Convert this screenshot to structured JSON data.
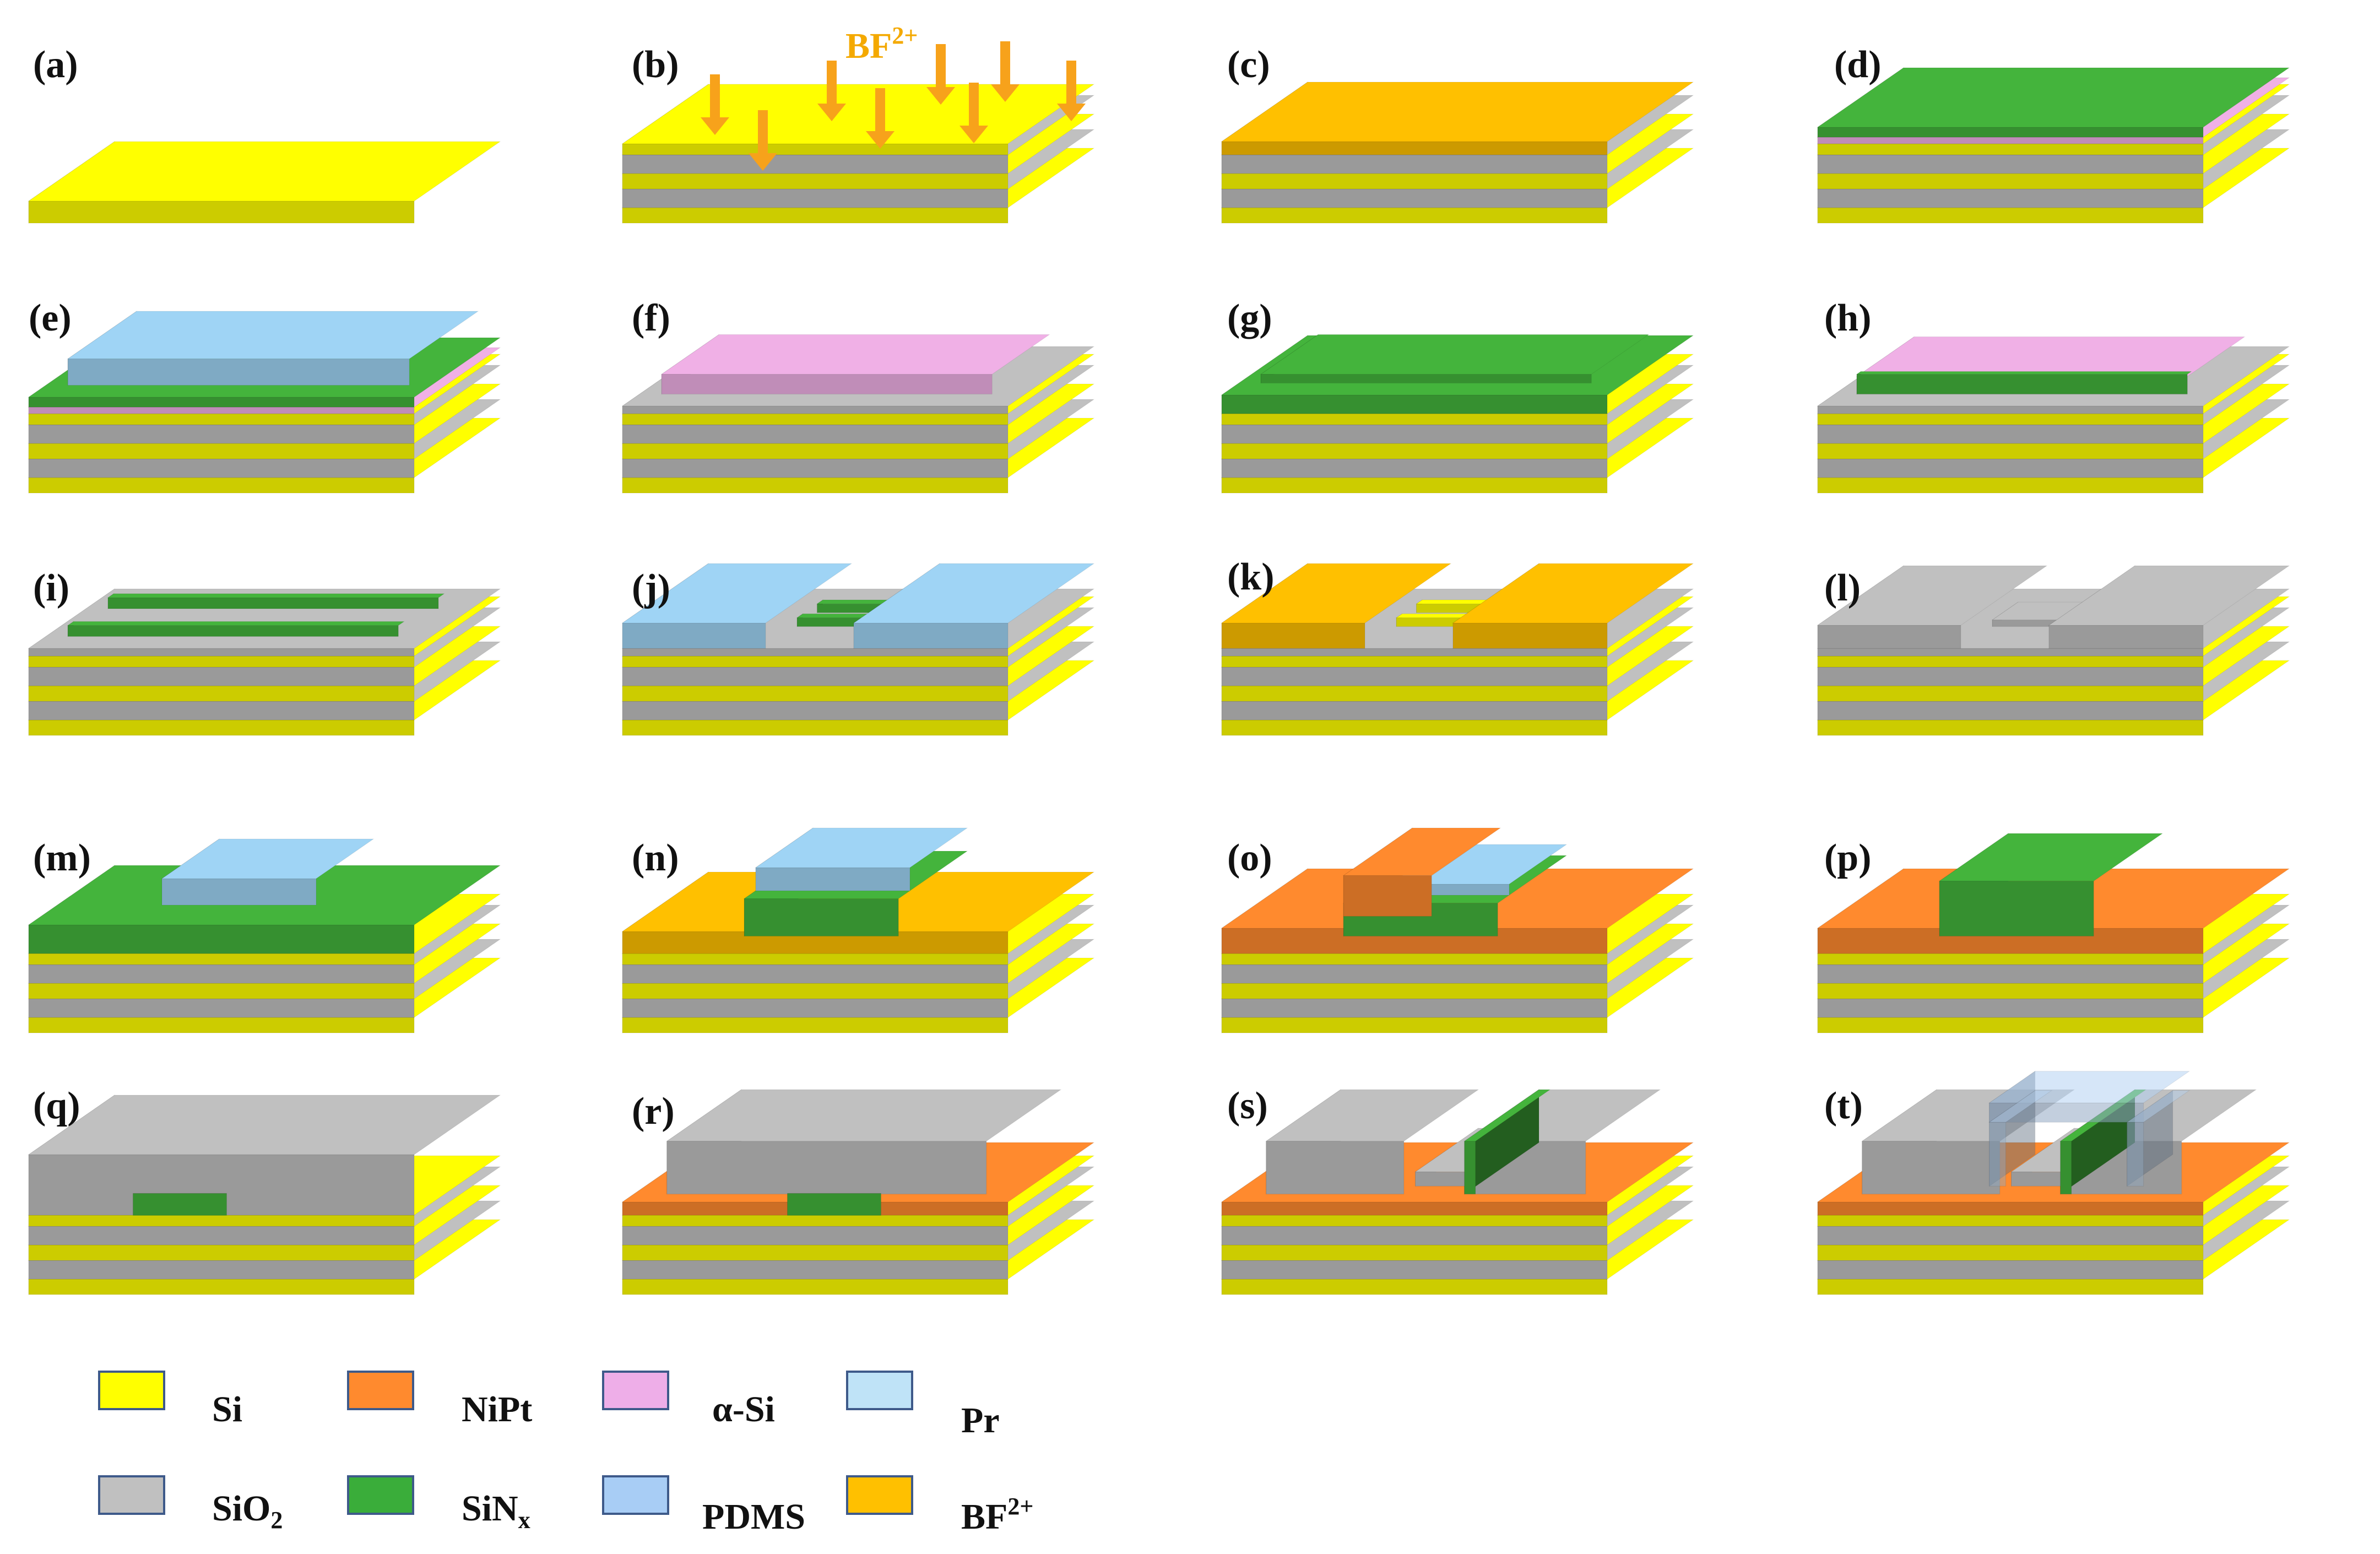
{
  "figure": {
    "panel_labels": [
      "(a)",
      "(b)",
      "(c)",
      "(d)",
      "(e)",
      "(f)",
      "(g)",
      "(h)",
      "(i)",
      "(j)",
      "(k)",
      "(l)",
      "(m)",
      "(n)",
      "(o)",
      "(p)",
      "(q)",
      "(r)",
      "(s)",
      "(t)"
    ],
    "implant_annotation": {
      "base": "BF",
      "sup": "2+"
    }
  },
  "legend": {
    "items": [
      {
        "key": "si",
        "label": "Si",
        "sub": "",
        "sup": "",
        "color": "#ffff00",
        "border": "#3e5a8a"
      },
      {
        "key": "nipt",
        "label": "NiPt",
        "sub": "",
        "sup": "",
        "color": "#ff8a2e",
        "border": "#3e5a8a"
      },
      {
        "key": "asi",
        "label": "α-Si",
        "sub": "",
        "sup": "",
        "color": "#eeaee8",
        "border": "#3e5a8a"
      },
      {
        "key": "pr",
        "label": "Pr",
        "sub": "",
        "sup": "",
        "color": "#bfe3f7",
        "border": "#3e5a8a"
      },
      {
        "key": "sio2",
        "label": "SiO",
        "sub": "2",
        "sup": "",
        "color": "#c0c0c0",
        "border": "#3e5a8a"
      },
      {
        "key": "sinx",
        "label": "SiN",
        "sub": "x",
        "sup": "",
        "color": "#3aad3a",
        "border": "#3e5a8a"
      },
      {
        "key": "pdms",
        "label": "PDMS",
        "sub": "",
        "sup": "",
        "color": "#a8cdf5",
        "border": "#3e5a8a"
      },
      {
        "key": "bf2",
        "label": "BF",
        "sub": "",
        "sup": "2+",
        "color": "#ffc000",
        "border": "#3e5a8a"
      }
    ]
  },
  "colors": {
    "si": "#ffff00",
    "sio2": "#c0c0c0",
    "sinx": "#44b43c",
    "asi": "#f0b0e6",
    "pr": "#9fd4f5",
    "pdms": "#b5d2f2",
    "bf2": "#ffc000",
    "nipt": "#ff8a2e",
    "arrow": "#f7a21b"
  }
}
